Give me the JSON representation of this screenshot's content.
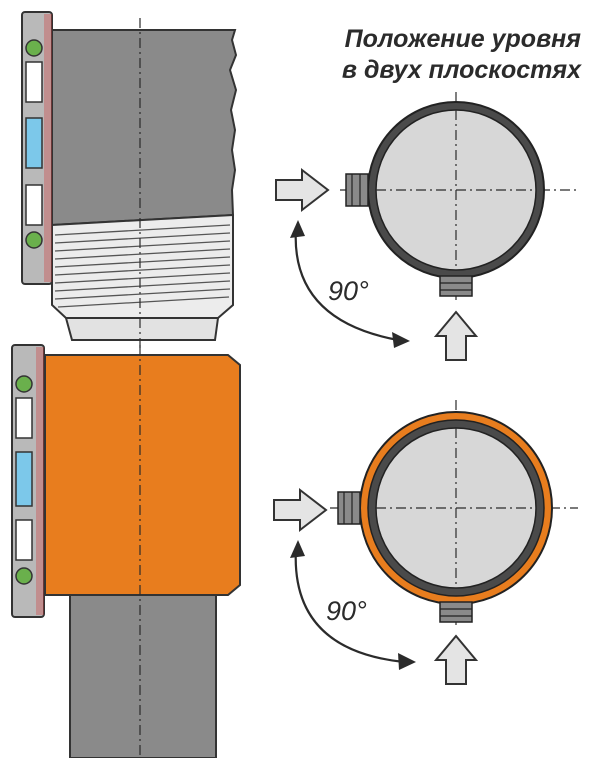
{
  "title": {
    "line1": "Положение уровня",
    "line2": "в двух плоскостях"
  },
  "angles": {
    "top": "90°",
    "bottom": "90°"
  },
  "colors": {
    "pipe_gray": "#8a8a8a",
    "thread_light": "#ececec",
    "coupling_orange": "#e87d1e",
    "pipe_section_fill": "#d7d7d7",
    "ring_dark": "#4a4a4a",
    "level_vial_blue": "#7cc8ea",
    "arrow_fill": "#e4e4e4",
    "line_dark": "#2b2b2b"
  }
}
